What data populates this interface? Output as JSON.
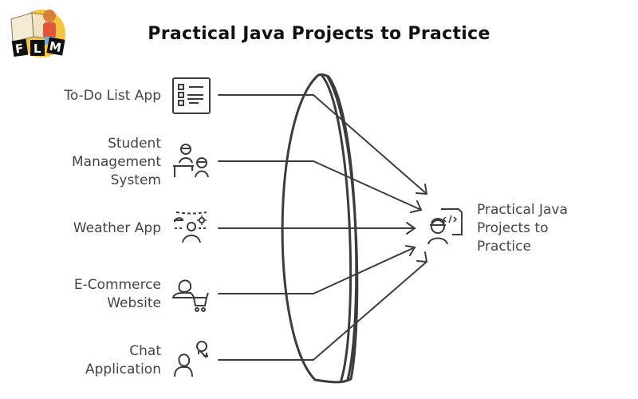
{
  "title": "Practical Java Projects to Practice",
  "logo": {
    "text_letters": [
      "F",
      "L",
      "M"
    ],
    "icon": "book-reader-logo"
  },
  "inputs": [
    {
      "label": "To-Do List App",
      "icon": "checklist-icon"
    },
    {
      "label": "Student Management System",
      "lines": [
        "Student",
        "Management",
        "System"
      ],
      "icon": "students-desk-icon"
    },
    {
      "label": "Weather App",
      "icon": "weather-person-icon"
    },
    {
      "label": "E-Commerce Website",
      "lines": [
        "E-Commerce",
        "Website"
      ],
      "icon": "shopper-cart-icon"
    },
    {
      "label": "Chat Application",
      "lines": [
        "Chat",
        "Application"
      ],
      "icon": "chat-people-icon"
    }
  ],
  "output": {
    "label": "Practical Java Projects to Practice",
    "lines": [
      "Practical Java",
      "Projects to",
      "Practice"
    ],
    "icon": "developer-code-icon"
  },
  "colors": {
    "stroke": "#3c3c3c",
    "title": "#111111",
    "logo_circle": "#f6c343"
  }
}
